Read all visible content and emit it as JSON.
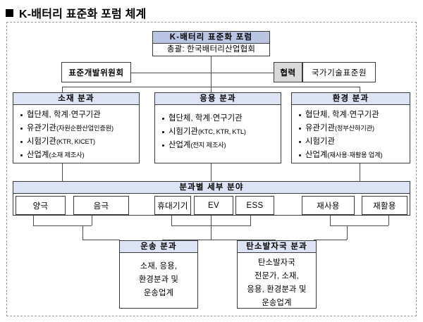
{
  "page": {
    "title": "K-배터리 표준화 포럼 체계",
    "marker": "black-square-bullet"
  },
  "forum": {
    "header": "K-배터리 표준화 포럼",
    "subtitle": "총괄: 한국배터리산업협회"
  },
  "standards_committee": {
    "label": "표준개발위원회"
  },
  "cooperation": {
    "tag": "협력",
    "partner": "국가기술표준원"
  },
  "divisions": [
    {
      "id": "materials",
      "header": "소재 분과",
      "items": [
        {
          "main": "협단체, 학계·연구기관",
          "note": ""
        },
        {
          "main": "유관기관",
          "note": "(자원순환산업인증원)"
        },
        {
          "main": "시험기관",
          "note": "(KTR, KICET)"
        },
        {
          "main": "산업계",
          "note": "(소재 제조사)"
        }
      ]
    },
    {
      "id": "application",
      "header": "응용 분과",
      "items": [
        {
          "main": "협단체, 학계·연구기관",
          "note": ""
        },
        {
          "main": "시험기관",
          "note": "(KTC, KTR, KTL)"
        },
        {
          "main": "산업계",
          "note": "(전지 제조사)"
        }
      ]
    },
    {
      "id": "environment",
      "header": "환경 분과",
      "items": [
        {
          "main": "협단체, 학계·연구기관",
          "note": ""
        },
        {
          "main": "유관기관",
          "note": "(정부산하기관)"
        },
        {
          "main": "시험기관",
          "note": ""
        },
        {
          "main": "산업계",
          "note": "(재사용·재활용 업계)"
        }
      ]
    }
  ],
  "subfields": {
    "header": "분과별 세부 분야",
    "chips": [
      {
        "label": "양극",
        "group": "materials"
      },
      {
        "label": "음극",
        "group": "materials"
      },
      {
        "label": "휴대기기",
        "group": "application"
      },
      {
        "label": "EV",
        "group": "application"
      },
      {
        "label": "ESS",
        "group": "application"
      },
      {
        "label": "재사용",
        "group": "environment"
      },
      {
        "label": "재활용",
        "group": "environment"
      }
    ]
  },
  "cross_divisions": [
    {
      "id": "transport",
      "header": "운송 분과",
      "lines": [
        "소재, 응용,",
        "환경분과 및",
        "운송업계"
      ]
    },
    {
      "id": "carbon-footprint",
      "header": "탄소발자국 분과",
      "lines": [
        "탄소발자국",
        "전문가, 소재,",
        "응용, 환경분과 및",
        "운송업계"
      ]
    }
  ],
  "colors": {
    "header_blue": "#b9c5e3",
    "header_blue_light": "#dbe3f4",
    "gray_tag": "#d9d9d9",
    "line": "#4a4a4a",
    "frame_dash": "#9a9a9a"
  }
}
